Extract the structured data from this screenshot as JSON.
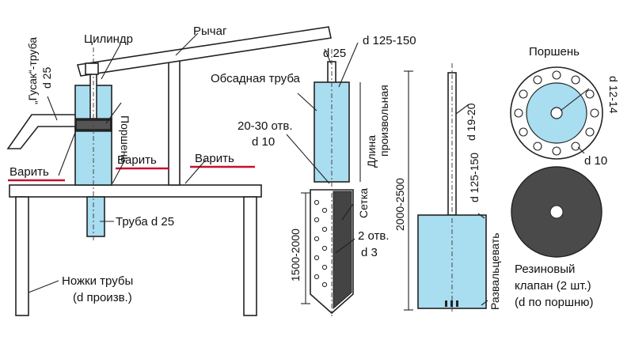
{
  "labels": {
    "gusak_truba": "„Гусак“-труба",
    "gusak_d": "d 25",
    "cilindr": "Цилиндр",
    "porshen_side": "Поршень",
    "rychag": "Рычаг",
    "varit_1": "Варить",
    "varit_2": "Варить",
    "varit_3": "Варить",
    "truba_d25": "Труба d 25",
    "nozhki_line1": "Ножки трубы",
    "nozhki_line2": "(d произв.)",
    "d25_top": "d 25",
    "d125_150_top": "d 125-150",
    "obsadnaya": "Обсадная труба",
    "dlina_line1": "Длина",
    "dlina_line2": "произвольная",
    "otv_20_30": "20-30 отв.",
    "d10_left": "d 10",
    "setka": "Сетка",
    "otv_2": "2 отв.",
    "d3": "d 3",
    "dim_1500_2000": "1500-2000",
    "dim_2000_2500": "2000-2500",
    "d19_20": "d 19-20",
    "d125_150_right": "d 125-150",
    "razvalcevat": "Развальцевать",
    "porshen_right": "Поршень",
    "d12_14": "d 12-14",
    "d10_right": "d 10",
    "rezinovy_line1": "Резиновый",
    "rezinovy_line2": "клапан (2 шт.)",
    "rezinovy_line3": "(d по поршню)"
  },
  "colors": {
    "water_blue": "#a9ddf0",
    "weld_red": "#c8102e",
    "rubber_gray": "#4a4a4a"
  }
}
